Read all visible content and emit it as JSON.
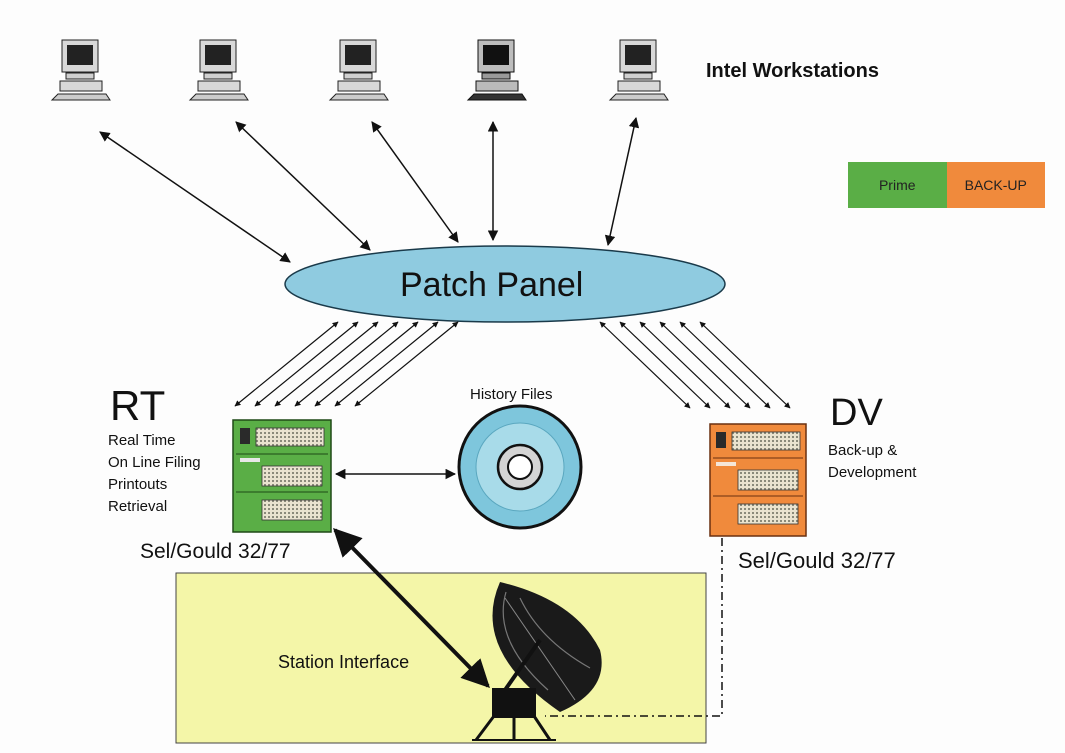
{
  "workstations": {
    "label": "Intel  Workstations",
    "count": 5
  },
  "legend": {
    "prime": {
      "label": "Prime",
      "color": "#5aae46"
    },
    "backup": {
      "label": "BACK-UP",
      "color": "#f08a3c"
    }
  },
  "patch_panel": {
    "label": "Patch Panel",
    "color": "#8fcbe0"
  },
  "history_files": {
    "label": "History Files"
  },
  "rt": {
    "title": "RT",
    "functions": [
      "Real Time",
      "On Line Filing",
      "Printouts",
      "Retrieval"
    ],
    "machine": "Sel/Gould 32/77"
  },
  "dv": {
    "title": "DV",
    "functions": [
      "Back-up &",
      "Development"
    ],
    "machine": "Sel/Gould 32/77"
  },
  "station_interface": {
    "label": "Station Interface",
    "color": "#f4f6a8"
  }
}
